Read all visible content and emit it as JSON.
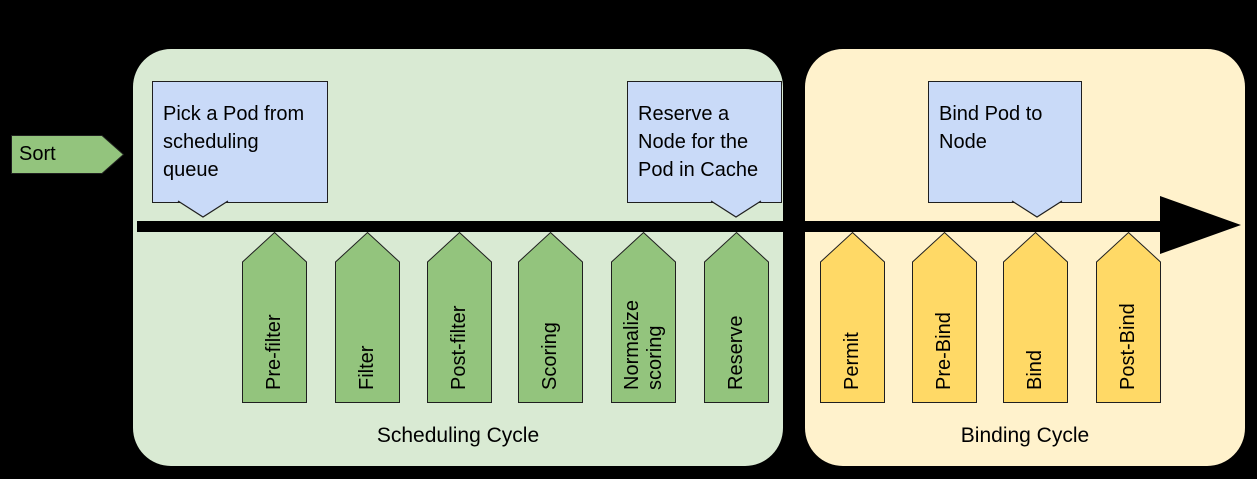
{
  "diagram": {
    "background_color": "#000000",
    "timeline_arrow_color": "#000000",
    "sort": {
      "label": "Sort",
      "fill": "#93c47d"
    },
    "scheduling": {
      "title": "Scheduling Cycle",
      "panel_fill": "#d9ead3",
      "stage_fill": "#93c47d",
      "callout_fill": "#c9daf8",
      "callouts": [
        {
          "text": "Pick a Pod from\nscheduling\nqueue"
        },
        {
          "text": "Reserve a\nNode for the\nPod in Cache"
        }
      ],
      "stages": [
        "Pre-filter",
        "Filter",
        "Post-filter",
        "Scoring",
        "Normalize\nscoring",
        "Reserve"
      ]
    },
    "binding": {
      "title": "Binding Cycle",
      "panel_fill": "#fff2cc",
      "stage_fill": "#ffd966",
      "callout_fill": "#c9daf8",
      "callouts": [
        {
          "text": "Bind Pod to\nNode"
        }
      ],
      "stages": [
        "Permit",
        "Pre-Bind",
        "Bind",
        "Post-Bind"
      ]
    }
  }
}
